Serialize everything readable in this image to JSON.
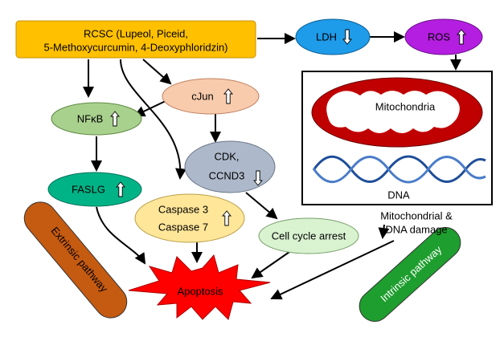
{
  "nodes": {
    "rcsc": {
      "line1": "RCSC (Lupeol, Piceid,",
      "line2": "5-Methoxycurcumin, 4-Deoxyphloridzin)",
      "color": "#FFC000"
    },
    "ldh": {
      "label": "LDH",
      "color": "#1E9BE9"
    },
    "ros": {
      "label": "ROS",
      "color": "#B41EE0"
    },
    "cjun": {
      "label": "cJun",
      "color": "#F8CBAD"
    },
    "nfkb": {
      "label": "NFκB",
      "color": "#A9D18E"
    },
    "cdk": {
      "line1": "CDK,",
      "line2": "CCND3",
      "color": "#ADB9CA"
    },
    "faslg": {
      "label": "FASLG",
      "color": "#00B386"
    },
    "caspase": {
      "line1": "Caspase 3",
      "line2": "Caspase 7",
      "color": "#FFE699"
    },
    "cell_cycle": {
      "label": "Cell cycle arrest",
      "color": "#D9F2D0"
    },
    "mitochondria": {
      "label": "Mitochondria",
      "color": "#C00000"
    },
    "dna": {
      "label": "DNA",
      "color": "#1F4E99"
    },
    "damage": {
      "line1": "Mitochondrial &",
      "line2": "DNA damage"
    },
    "apoptosis": {
      "label": "Apoptosis",
      "color": "#FF0000"
    },
    "extrinsic": {
      "label": "Extrinsic pathway",
      "color": "#C55A11"
    },
    "intrinsic": {
      "label": "Intrinsic pathway",
      "color": "#1E9E2E"
    }
  },
  "indicators": {
    "up": "up-arrow-icon",
    "down": "down-arrow-icon"
  }
}
